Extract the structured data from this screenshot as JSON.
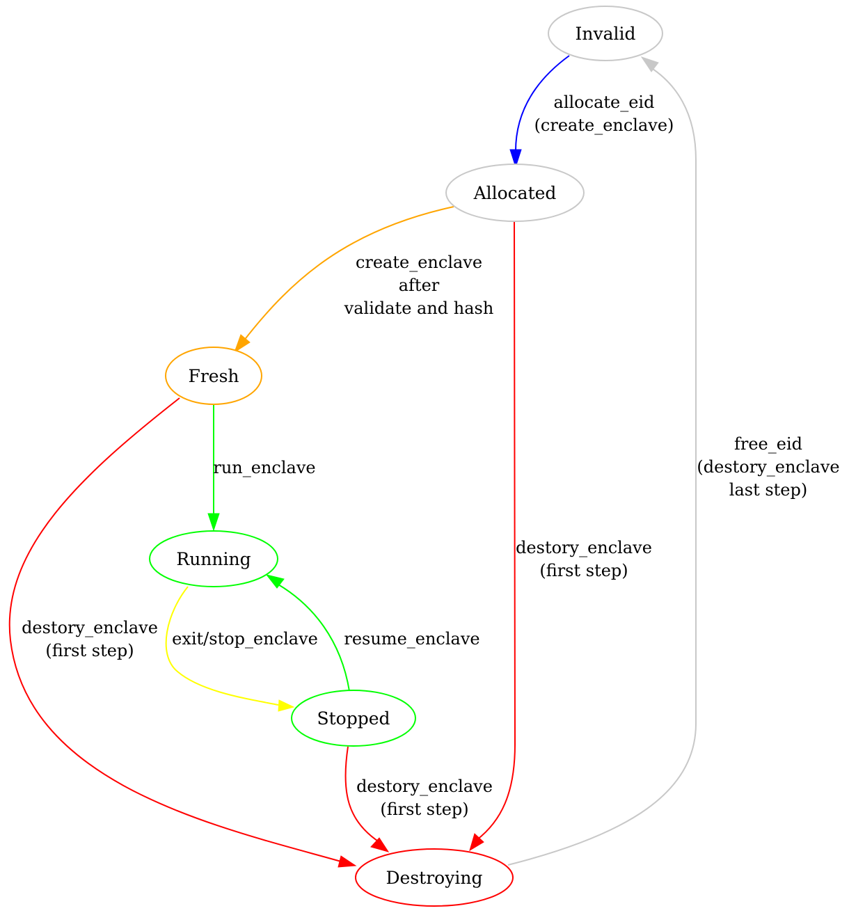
{
  "nodes": {
    "invalid": {
      "label": "Invalid",
      "color": "#c8c8c8"
    },
    "allocated": {
      "label": "Allocated",
      "color": "#c8c8c8"
    },
    "fresh": {
      "label": "Fresh",
      "color": "#ffa500"
    },
    "running": {
      "label": "Running",
      "color": "#00ff00"
    },
    "stopped": {
      "label": "Stopped",
      "color": "#00ff00"
    },
    "destroying": {
      "label": "Destroying",
      "color": "#ff0000"
    }
  },
  "edges": {
    "invalid_allocated": {
      "lines": [
        "allocate_eid",
        "(create_enclave)"
      ],
      "color": "#0000ff"
    },
    "allocated_fresh": {
      "lines": [
        "create_enclave",
        "after",
        "validate and hash"
      ],
      "color": "#ffa500"
    },
    "allocated_destroying": {
      "lines": [
        "destory_enclave",
        "(first step)"
      ],
      "color": "#ff0000"
    },
    "fresh_running": {
      "lines": [
        "run_enclave"
      ],
      "color": "#00ff00"
    },
    "fresh_destroying": {
      "lines": [
        "destory_enclave",
        "(first step)"
      ],
      "color": "#ff0000"
    },
    "running_stopped": {
      "lines": [
        "exit/stop_enclave"
      ],
      "color": "#ffff00"
    },
    "stopped_running": {
      "lines": [
        "resume_enclave"
      ],
      "color": "#00ff00"
    },
    "stopped_destroying": {
      "lines": [
        "destory_enclave",
        "(first step)"
      ],
      "color": "#ff0000"
    },
    "destroying_invalid": {
      "lines": [
        "free_eid",
        "(destory_enclave",
        "last step)"
      ],
      "color": "#c8c8c8"
    }
  }
}
